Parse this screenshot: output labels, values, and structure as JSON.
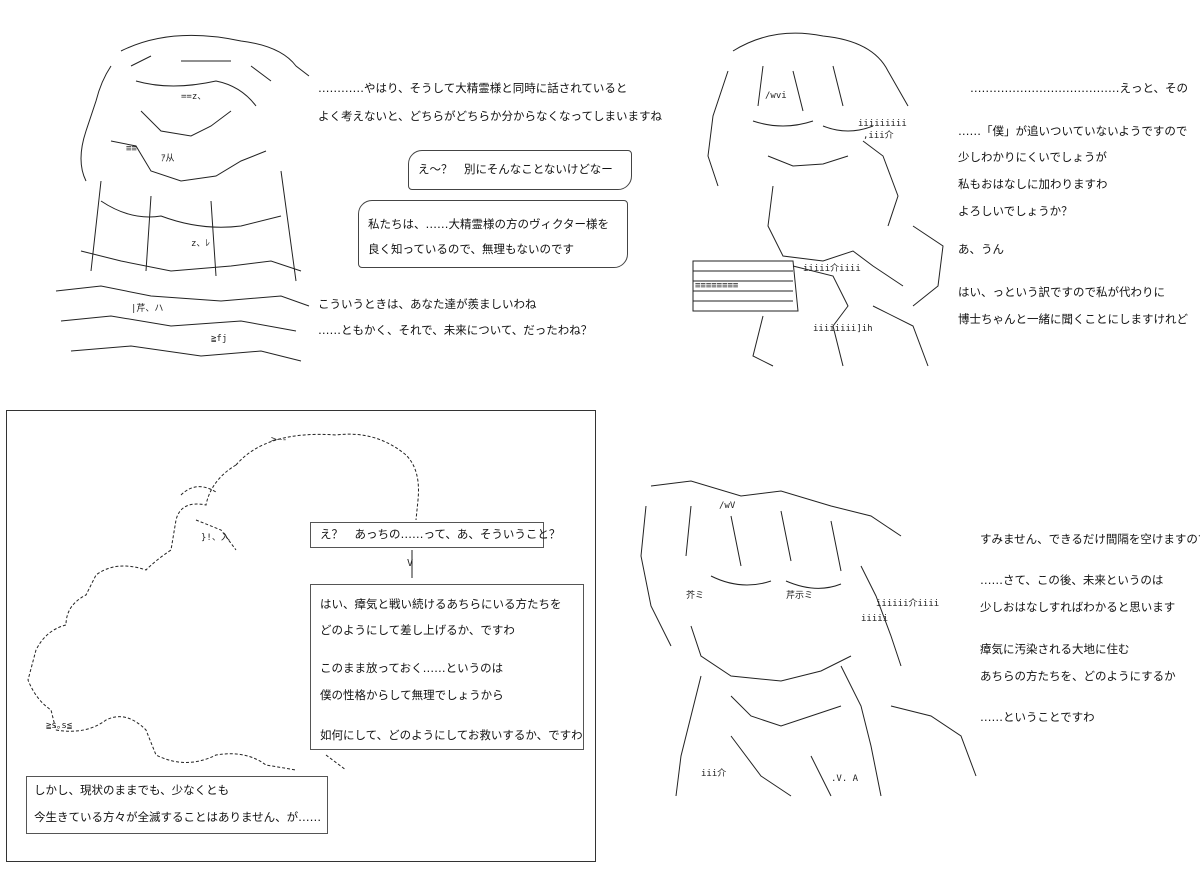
{
  "panel1": {
    "lines": [
      "…………やはり、そうして大精霊様と同時に話されていると",
      "よく考えないと、どちらがどちらか分からなくなってしまいますね",
      "こういうときは、あなた達が羨ましいわね",
      "……ともかく、それで、未来について、だったわね？"
    ],
    "bubble1": "え～？　別にそんなことないけどなー",
    "bubble2": [
      "私たちは、……大精霊様の方のヴィクター様を",
      "良く知っているので、無理もないのです"
    ]
  },
  "panel2": {
    "lines": [
      "…………………………………えっと、その",
      "……「僕」が追いついていないようですので",
      "少しわかりにくいでしょうが",
      "私もおはなしに加わりますわ",
      "よろしいでしょうか？",
      "あ、うん",
      "はい、っという訳ですので私が代わりに",
      "博士ちゃんと一緒に聞くことにしますけれど"
    ]
  },
  "panel3": {
    "box1": "え？　あっちの……って、あ、そういうこと？",
    "box2": [
      "はい、瘴気と戦い続けるあちらにいる方たちを",
      "どのようにして差し上げるか、ですわ",
      "このまま放っておく……というのは",
      "僕の性格からして無理でしょうから",
      "如何にして、どのようにしてお救いするか、ですわ"
    ],
    "box3": [
      "しかし、現状のままでも、少なくとも",
      "今生きている方々が全滅することはありません、が……"
    ]
  },
  "panel4": {
    "lines": [
      "すみません、できるだけ間隔を空けますので",
      "……さて、この後、未来というのは",
      "少しおはなしすればわかると思います",
      "瘴気に汚染される大地に住む",
      "あちらの方たちを、どのようにするか",
      "……ということですわ"
    ]
  }
}
